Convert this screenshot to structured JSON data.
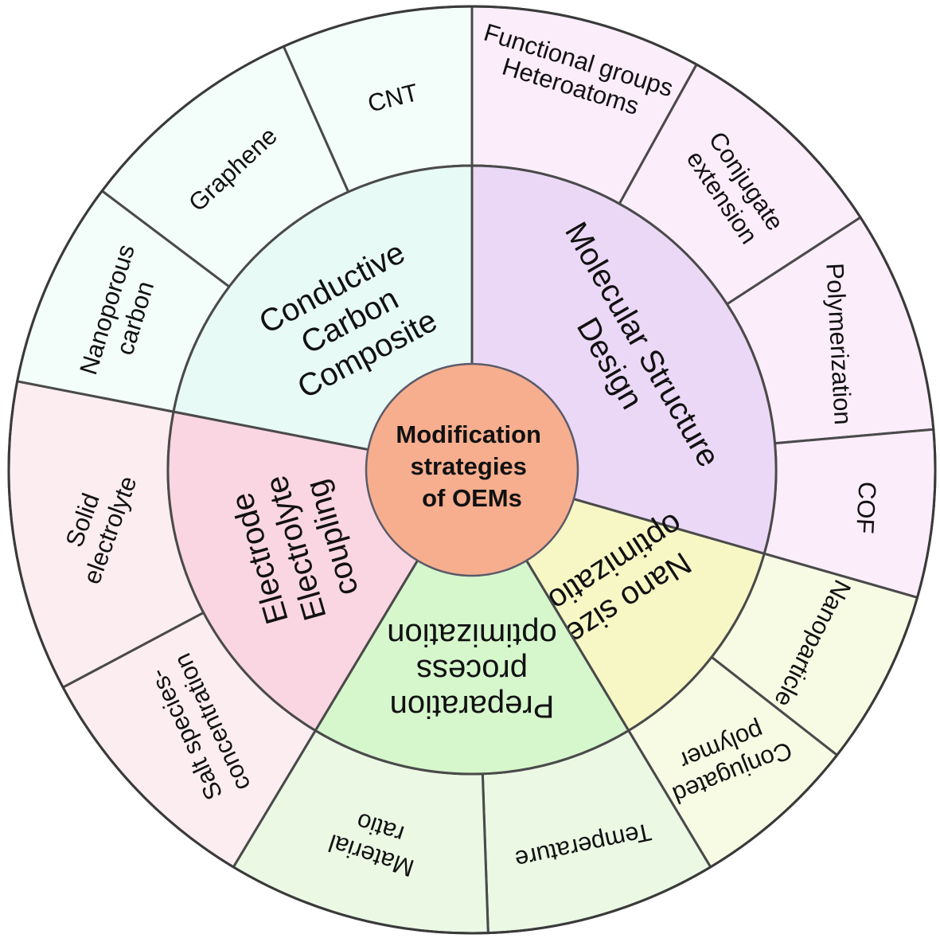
{
  "center": {
    "lines": [
      "Modification",
      "strategies",
      "of OEMs"
    ],
    "color": "#F6AE8E"
  },
  "sectors": [
    {
      "id": "carbon",
      "lines": [
        "Conductive",
        "Carbon",
        "Composite"
      ],
      "inner_color": "#E8FAF5",
      "outer_color": "#F3FDFA",
      "items": [
        {
          "lines": [
            "CNT"
          ]
        },
        {
          "lines": [
            "Graphene"
          ]
        },
        {
          "lines": [
            "Nanoporous",
            "carbon"
          ]
        }
      ]
    },
    {
      "id": "molecular",
      "lines": [
        "Molecular Structure",
        "Design"
      ],
      "inner_color": "#EBD8F6",
      "outer_color": "#FCEDFB",
      "items": [
        {
          "lines": [
            "Functional groups",
            "Heteroatoms"
          ]
        },
        {
          "lines": [
            "Conjugate",
            "extension"
          ]
        },
        {
          "lines": [
            "Polymerization"
          ]
        },
        {
          "lines": [
            "COF"
          ]
        }
      ]
    },
    {
      "id": "nano",
      "lines": [
        "Nano size",
        "optimization"
      ],
      "inner_color": "#F6F7C5",
      "outer_color": "#F8FBE4",
      "items": [
        {
          "lines": [
            "Nanoparticle"
          ]
        },
        {
          "lines": [
            "Conjugated",
            "polymer"
          ]
        }
      ]
    },
    {
      "id": "prep",
      "lines": [
        "Preparation",
        "process",
        "optimization"
      ],
      "inner_color": "#D6F6CC",
      "outer_color": "#EAF8E4",
      "items": [
        {
          "lines": [
            "Temperature"
          ]
        },
        {
          "lines": [
            "Material",
            "ratio"
          ]
        }
      ]
    },
    {
      "id": "electrode",
      "lines": [
        "Electrode",
        "Electrolyte",
        "coupling"
      ],
      "inner_color": "#FAD6E2",
      "outer_color": "#FCEDF1",
      "items": [
        {
          "lines": [
            "Salt species-",
            "concentration"
          ]
        },
        {
          "lines": [
            "Solid",
            "electrolyte"
          ]
        }
      ]
    }
  ]
}
